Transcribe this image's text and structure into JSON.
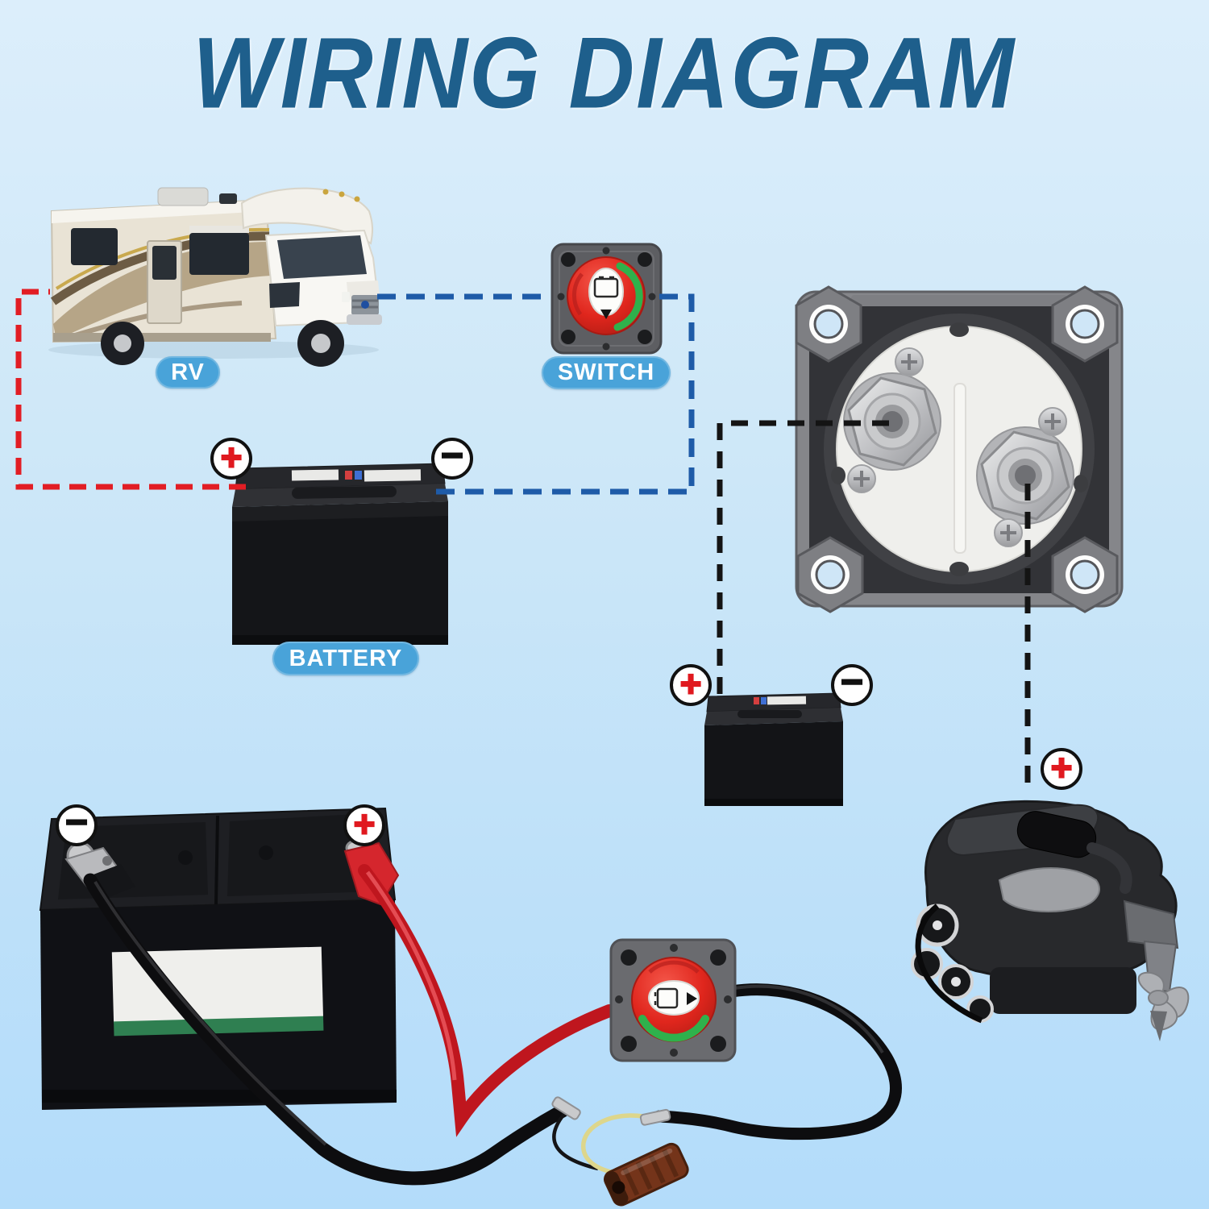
{
  "title": "WIRING DIAGRAM",
  "labels": {
    "rv": "RV",
    "switch": "SWITCH",
    "battery": "BATTERY"
  },
  "symbols": {
    "plus": "+",
    "minus": "−"
  },
  "components": [
    {
      "name": "rv",
      "label": "RV"
    },
    {
      "name": "battery-disconnect-switch",
      "label": "SWITCH"
    },
    {
      "name": "main-battery",
      "label": "BATTERY",
      "positive_marked": true,
      "negative_marked": true
    },
    {
      "name": "selector-switch-back-view",
      "label": ""
    },
    {
      "name": "auxiliary-battery",
      "label": "",
      "positive_marked": true,
      "negative_marked": true
    },
    {
      "name": "marine-engine",
      "label": "",
      "positive_marked": true
    },
    {
      "name": "house-battery",
      "label": "",
      "positive_marked": true,
      "negative_marked": true
    },
    {
      "name": "marine-disconnect-switch-with-cables",
      "label": ""
    },
    {
      "name": "inline-fuse-holder",
      "label": ""
    }
  ],
  "connections": [
    {
      "from": "rv",
      "to": "main-battery-positive",
      "style": "red-dashed"
    },
    {
      "from": "rv",
      "to": "battery-disconnect-switch",
      "style": "blue-dashed"
    },
    {
      "from": "battery-disconnect-switch",
      "to": "main-battery-negative",
      "style": "blue-dashed"
    },
    {
      "from": "selector-switch-left-terminal",
      "to": "auxiliary-battery-positive",
      "style": "black-dashed"
    },
    {
      "from": "selector-switch-right-terminal",
      "to": "engine-positive",
      "style": "black-dashed"
    },
    {
      "from": "house-battery-negative",
      "to": "inline-fuse-holder",
      "style": "black-cable"
    },
    {
      "from": "house-battery-positive",
      "to": "marine-disconnect-switch",
      "style": "red-cable"
    },
    {
      "from": "marine-disconnect-switch",
      "to": "inline-fuse-holder",
      "style": "black-cable-and-yellow-wire"
    }
  ],
  "colors": {
    "background_top": "#dceefb",
    "background_bottom": "#b3dcfa",
    "title": "#1e5f8c",
    "label_pill": "#49a3d9",
    "label_text": "#ffffff",
    "positive_dash": "#e21d24",
    "negative_dash": "#1e5ba8",
    "link_dash": "#141414",
    "plus_symbol": "#e0191f",
    "minus_symbol": "#111111",
    "switch_knob_red": "#e0261d",
    "switch_green_arc": "#2fb14c",
    "positive_terminal": "#d2262c",
    "negative_terminal": "#2152c9",
    "battery_body": "#121316",
    "switch_base_gray": "#5d5e62"
  }
}
